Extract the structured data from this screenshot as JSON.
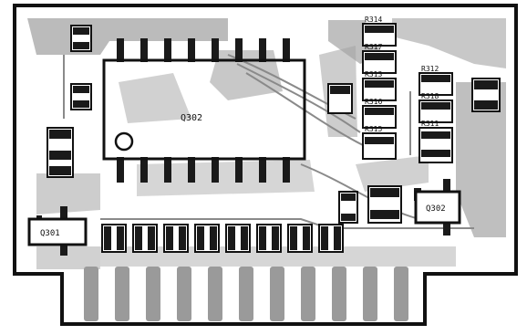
{
  "board": {
    "ic_label": "Q302",
    "left_transistor_label": "Q301",
    "right_transistor_label": "Q302",
    "labels": [
      "R314",
      "R317",
      "R313",
      "R316",
      "R315",
      "R312",
      "R318",
      "R311"
    ],
    "colors": {
      "outline": "#111111",
      "substrate": "#ffffff",
      "trace": "#9a9a9a",
      "trace_light": "#bdbdbd",
      "copper_dark": "#7a7a7a",
      "component": "#1a1a1a"
    }
  }
}
